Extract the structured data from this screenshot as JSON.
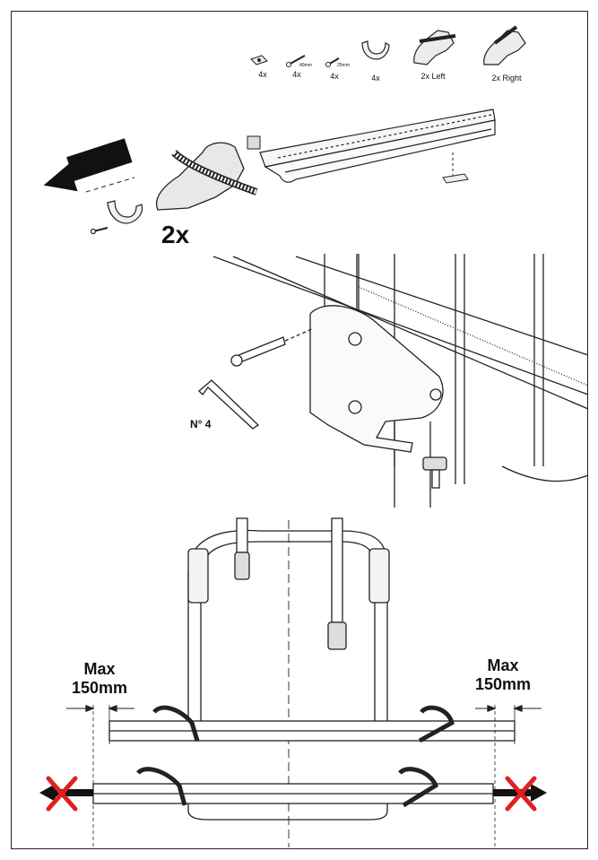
{
  "parts": [
    {
      "qty": "4x"
    },
    {
      "qty": "4x",
      "length": "40mm"
    },
    {
      "qty": "4x",
      "length": "25mm"
    },
    {
      "qty": "4x"
    },
    {
      "qty": "2x Left"
    },
    {
      "qty": "2x Right"
    }
  ],
  "step1": {
    "multiplier": "2x"
  },
  "step2": {
    "tool_label": "N° 4"
  },
  "step3": {
    "left_dim": {
      "line1": "Max",
      "line2": "150mm"
    },
    "right_dim": {
      "line1": "Max",
      "line2": "150mm"
    }
  },
  "colors": {
    "line": "#222222",
    "forbidden": "#e02020",
    "arrow": "#111111"
  }
}
